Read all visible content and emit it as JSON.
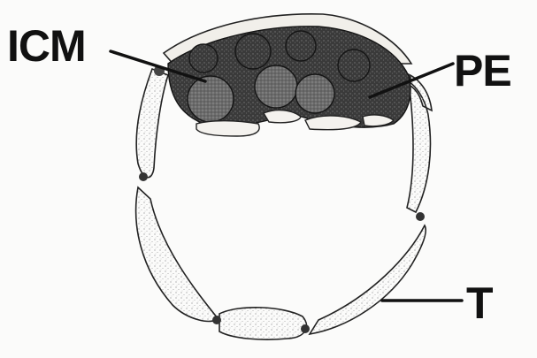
{
  "figure": {
    "labels": {
      "icm": "ICM",
      "pe": "PE",
      "t": "T"
    },
    "colors": {
      "background": "#fbfbfa",
      "ink": "#111111",
      "cell_fill": "#f3f1ec",
      "icm_fill": "#3c3c3c"
    }
  }
}
